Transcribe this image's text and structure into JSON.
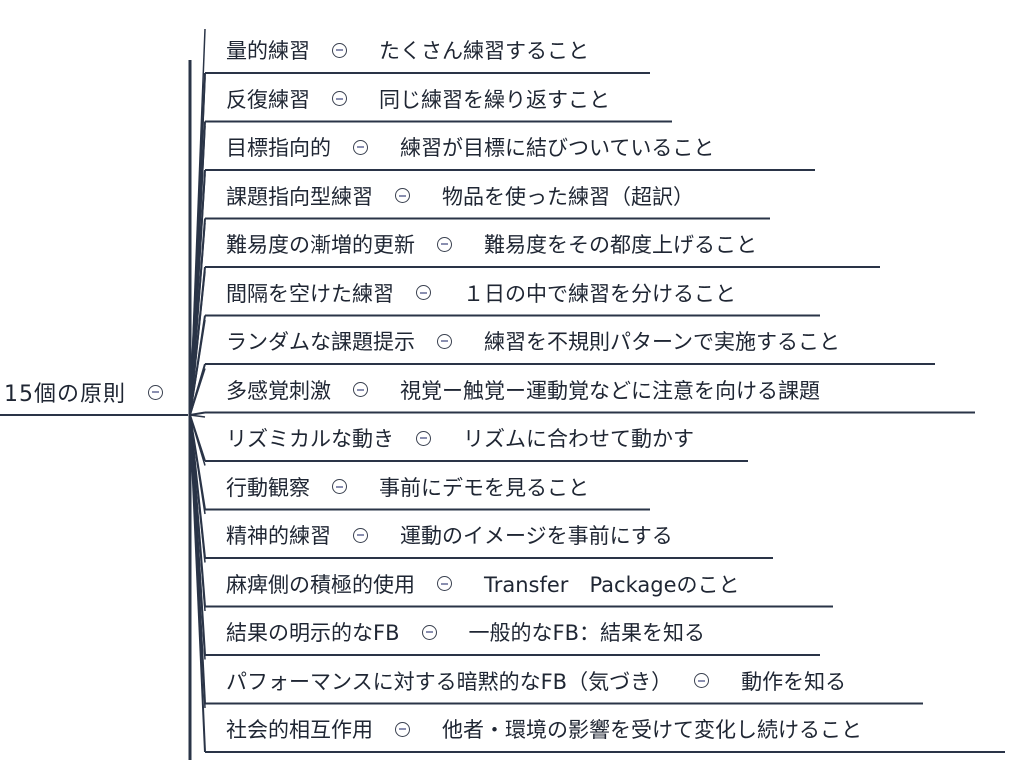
{
  "root": {
    "label": "15個の原則"
  },
  "colors": {
    "line": "#2a3447",
    "text": "#1f2633"
  },
  "branches": [
    {
      "label": "量的練習",
      "child": "たくさん練習すること"
    },
    {
      "label": "反復練習",
      "child": "同じ練習を繰り返すこと"
    },
    {
      "label": "目標指向的",
      "child": "練習が目標に結びついていること"
    },
    {
      "label": "課題指向型練習",
      "child": "物品を使った練習（超訳）"
    },
    {
      "label": "難易度の漸増的更新",
      "child": "難易度をその都度上げること"
    },
    {
      "label": "間隔を空けた練習",
      "child": "１日の中で練習を分けること"
    },
    {
      "label": "ランダムな課題提示",
      "child": "練習を不規則パターンで実施すること"
    },
    {
      "label": "多感覚刺激",
      "child": "視覚ー触覚ー運動覚などに注意を向ける課題"
    },
    {
      "label": "リズミカルな動き",
      "child": "リズムに合わせて動かす"
    },
    {
      "label": "行動観察",
      "child": "事前にデモを見ること"
    },
    {
      "label": "精神的練習",
      "child": "運動のイメージを事前にする"
    },
    {
      "label": "麻痺側の積極的使用",
      "child": "Transfer　Packageのこと"
    },
    {
      "label": "結果の明示的なFB",
      "child": "一般的なFB：結果を知る"
    },
    {
      "label": "パフォーマンスに対する暗黙的なFB（気づき）",
      "child": "動作を知る"
    },
    {
      "label": "社会的相互作用",
      "child": "他者・環境の影響を受けて変化し続けること"
    }
  ]
}
